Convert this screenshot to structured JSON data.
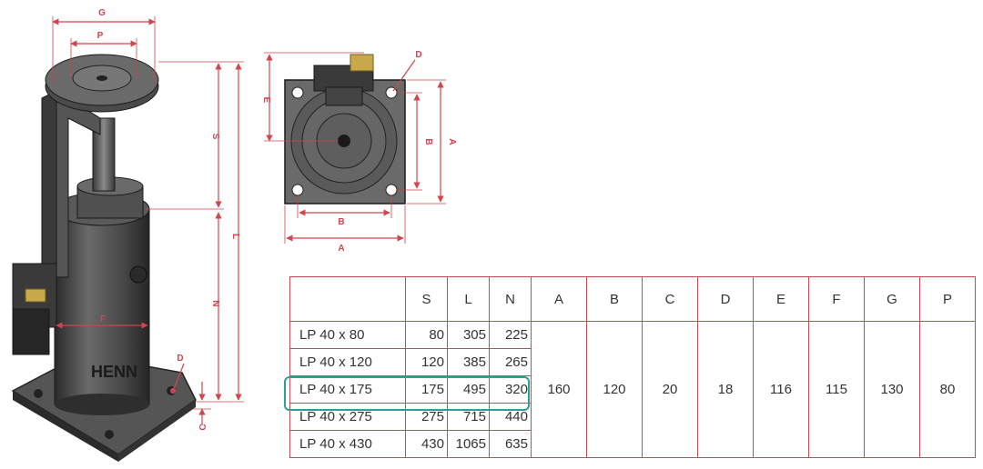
{
  "labels": {
    "front": {
      "G": "G",
      "P": "P",
      "S": "S",
      "L": "L",
      "N": "N",
      "F": "F",
      "D": "D",
      "C": "C"
    },
    "top": {
      "D": "D",
      "E": "E",
      "B_vertical": "B",
      "A_vertical": "A",
      "B_horizontal": "B",
      "A_horizontal": "A"
    },
    "brand_text": "HENN"
  },
  "table": {
    "headers": [
      "",
      "S",
      "L",
      "N",
      "A",
      "B",
      "C",
      "D",
      "E",
      "F",
      "G",
      "P"
    ],
    "rows": [
      {
        "model": "LP 40 x 80",
        "S": "80",
        "L": "305",
        "N": "225"
      },
      {
        "model": "LP 40 x 120",
        "S": "120",
        "L": "385",
        "N": "265"
      },
      {
        "model": "LP 40 x 175",
        "S": "175",
        "L": "495",
        "N": "320"
      },
      {
        "model": "LP 40 x 275",
        "S": "275",
        "L": "715",
        "N": "440"
      },
      {
        "model": "LP 40 x 430",
        "S": "430",
        "L": "1065",
        "N": "635"
      }
    ],
    "common": {
      "A": "160",
      "B": "120",
      "C": "20",
      "D": "18",
      "E": "116",
      "F": "115",
      "G": "130",
      "P": "80"
    },
    "highlighted_row": "LP 40 x 175"
  },
  "colors": {
    "dimension": "#d0454e",
    "table_border": "#c94a55",
    "highlight": "#2aa198",
    "part": "#444444"
  }
}
